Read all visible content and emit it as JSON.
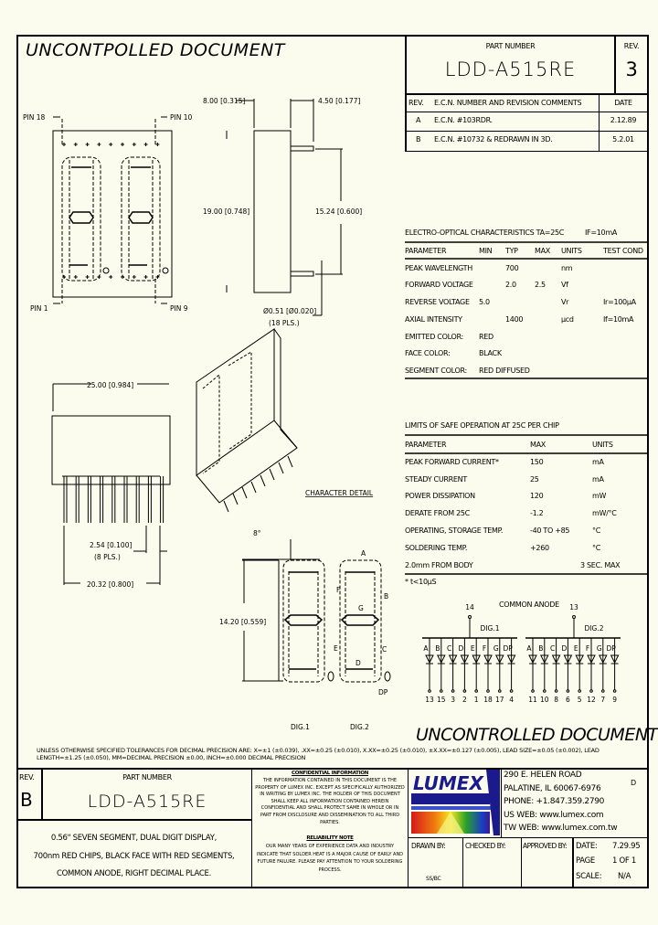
{
  "watermark_top": "UNCONTPOLLED DOCUMENT",
  "watermark_bottom": "UNCONTROLLED DOCUMENT",
  "title_block": {
    "part_number_label": "PART NUMBER",
    "part_number": "LDD-A515RE",
    "rev_label": "REV.",
    "rev": "3"
  },
  "revisions": {
    "headers": [
      "REV.",
      "E.C.N. NUMBER AND REVISION COMMENTS",
      "DATE"
    ],
    "rows": [
      {
        "rev": "A",
        "comment": "E.C.N. #103RDR.",
        "date": "2.12.89"
      },
      {
        "rev": "B",
        "comment": "E.C.N. #10732  & REDRAWN IN 3D.",
        "date": "5.2.01"
      }
    ]
  },
  "drawing": {
    "pin18": "PIN 18",
    "pin10": "PIN 10",
    "pin1": "PIN 1",
    "pin9": "PIN 9",
    "dim_depth": "8.00 [0.315]",
    "dim_pin_len": "4.50 [0.177]",
    "dim_height": "19.00 [0.748]",
    "dim_row": "15.24 [0.600]",
    "dim_pin_dia": "Ø0.51 [Ø0.020]",
    "dim_pin_dia_note": "(18 PLS.)",
    "dim_width": "25.00 [0.984]",
    "dim_pitch": "2.54 [0.100]",
    "dim_pitch_note": "(8 PLS.)",
    "dim_span": "20.32 [0.800]",
    "char_detail": "CHARACTER DETAIL",
    "slant": "8°",
    "char_height": "14.20 [0.559]",
    "seg_labels": {
      "a": "A",
      "b": "B",
      "c": "C",
      "d": "D",
      "e": "E",
      "f": "F",
      "g": "G",
      "dp": "DP"
    },
    "dig1": "DIG.1",
    "dig2": "DIG.2"
  },
  "eo_table": {
    "title": "ELECTRO-OPTICAL CHARACTERISTICS TA=25C",
    "condition": "IF=10mA",
    "headers": [
      "PARAMETER",
      "MIN",
      "TYP",
      "MAX",
      "UNITS",
      "TEST COND"
    ],
    "rows": [
      [
        "PEAK WAVELENGTH",
        "",
        "700",
        "",
        "nm",
        ""
      ],
      [
        "FORWARD VOLTAGE",
        "",
        "2.0",
        "2.5",
        "Vf",
        ""
      ],
      [
        "REVERSE VOLTAGE",
        "5.0",
        "",
        "",
        "Vr",
        "Ir=100µA"
      ],
      [
        "AXIAL INTENSITY",
        "",
        "1400",
        "",
        "µcd",
        "If=10mA"
      ],
      [
        "EMITTED COLOR:",
        "RED",
        "",
        "",
        "",
        ""
      ],
      [
        "FACE COLOR:",
        "BLACK",
        "",
        "",
        "",
        ""
      ],
      [
        "SEGMENT COLOR:",
        "RED DIFFUSED",
        "",
        "",
        "",
        ""
      ]
    ]
  },
  "limits_table": {
    "title": "LIMITS OF SAFE OPERATION AT 25C PER CHIP",
    "headers": [
      "PARAMETER",
      "MAX",
      "UNITS"
    ],
    "rows": [
      [
        "PEAK FORWARD CURRENT*",
        "150",
        "mA"
      ],
      [
        "STEADY CURRENT",
        "25",
        "mA"
      ],
      [
        "POWER DISSIPATION",
        "120",
        "mW"
      ],
      [
        "DERATE FROM 25C",
        "-1.2",
        "mW/°C"
      ],
      [
        "OPERATING, STORAGE TEMP.",
        "-40 TO +85",
        "°C"
      ],
      [
        "SOLDERING TEMP.",
        "+260",
        "°C"
      ],
      [
        "2.0mm FROM BODY",
        "",
        "3 SEC. MAX"
      ]
    ],
    "footnote": "* t<10µS"
  },
  "schematic": {
    "title": "COMMON ANODE",
    "digits": [
      {
        "name": "DIG.1",
        "anode_pin": "14",
        "segments": [
          "A",
          "B",
          "C",
          "D",
          "E",
          "F",
          "G",
          "DP"
        ],
        "pins": [
          "13",
          "15",
          "3",
          "2",
          "1",
          "18",
          "17",
          "4"
        ]
      },
      {
        "name": "DIG.2",
        "anode_pin": "13",
        "segments": [
          "A",
          "B",
          "C",
          "D",
          "E",
          "F",
          "G",
          "DP"
        ],
        "pins": [
          "11",
          "10",
          "8",
          "6",
          "5",
          "12",
          "7",
          "9"
        ]
      }
    ]
  },
  "footer": {
    "tolerance_note": "UNLESS OTHERWISE SPECIFIED TOLERANCES FOR DECIMAL PRECISION ARE: X=±1 (±0.039), .XX=±0.25 (±0.010), X.XX=±0.25 (±0.010), ±X.XX=±0.127 (±0.005), LEAD SIZE=±0.05 (±0.002), LEAD LENGTH=±1.25 (±0.050), MM=DECIMAL PRECISION ±0.00, INCH=±0.000 DECIMAL PRECISION",
    "rev_label": "REV.",
    "rev": "B",
    "part_number_label": "PART NUMBER",
    "part_number": "LDD-A515RE",
    "description": [
      "0.56\" SEVEN SEGMENT, DUAL DIGIT DISPLAY,",
      "700nm RED CHIPS, BLACK FACE WITH RED SEGMENTS,",
      "COMMON ANODE, RIGHT DECIMAL PLACE."
    ],
    "confidential_title": "CONFIDENTIAL INFORMATION",
    "confidential_text": "THE INFORMATION CONTAINED IN THIS DOCUMENT IS THE PROPERTY OF LUMEX INC. EXCEPT AS SPECIFICALLY AUTHORIZED IN WRITING BY LUMEX INC. THE HOLDER OF THIS DOCUMENT SHALL KEEP ALL INFORMATION CONTAINED HEREIN CONFIDENTIAL AND SHALL PROTECT SAME IN WHOLE OR IN PART FROM DISCLOSURE AND DISSEMINATION TO ALL THIRD PARTIES.",
    "reliability_title": "RELIABILITY NOTE",
    "reliability_text": "OUR MANY YEARS OF EXPERIENCE DATA AND INDUSTRY INDICATE THAT SOLDER HEAT IS A MAJOR CAUSE OF EARLY AND FUTURE FAILURE. PLEASE PAY ATTENTION TO YOUR SOLDERING PROCESS.",
    "logo_text": "LUMEX",
    "address": [
      "290 E. HELEN ROAD",
      "PALATINE, IL 60067-6976",
      "PHONE: +1.847.359.2790",
      "US WEB: www.lumex.com",
      "TW WEB: www.lumex.com.tw"
    ],
    "corner_mark": "D",
    "drawn_by_label": "DRAWN BY:",
    "drawn_by": "SS/BC",
    "checked_by_label": "CHECKED BY:",
    "approved_by_label": "APPROVED BY:",
    "date_label": "DATE:",
    "date": "7.29.95",
    "page_label": "PAGE",
    "page": "1 OF 1",
    "scale_label": "SCALE:",
    "scale": "N/A"
  },
  "colors": {
    "background": "#fcfcee",
    "line": "#000000",
    "logo_blue": "#1a1a8c"
  }
}
